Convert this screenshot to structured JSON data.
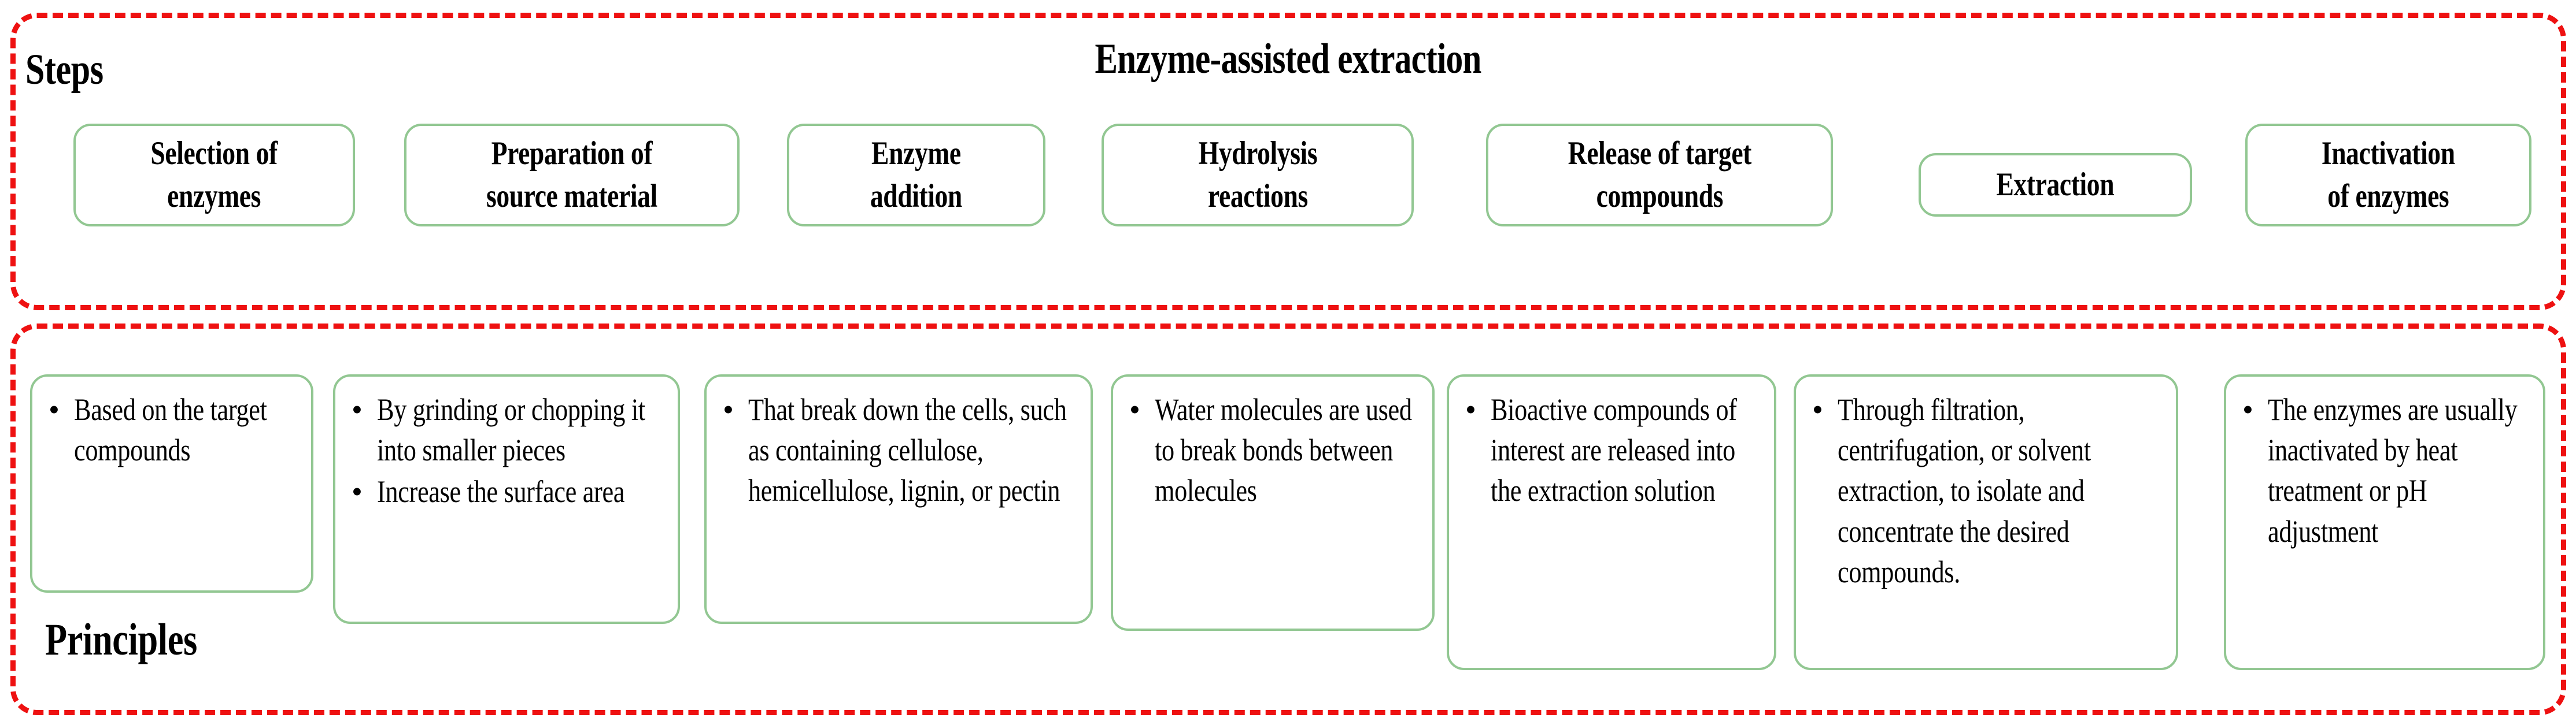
{
  "diagram": {
    "title": "Enzyme-assisted extraction",
    "accent_border_color": "#ee1111",
    "box_border_color": "#92c792",
    "background_color": "#ffffff",
    "text_color": "#000000"
  },
  "steps_section": {
    "label": "Steps",
    "boxes": [
      {
        "text": "Selection of\nenzymes"
      },
      {
        "text": "Preparation of\nsource material"
      },
      {
        "text": "Enzyme\naddition"
      },
      {
        "text": "Hydrolysis\nreactions"
      },
      {
        "text": "Release of target\ncompounds"
      },
      {
        "text": "Extraction"
      },
      {
        "text": "Inactivation\nof enzymes"
      }
    ]
  },
  "principles_section": {
    "label": "Principles",
    "bullet_glyph": "•",
    "boxes": [
      {
        "bullets": [
          "Based on the target compounds"
        ]
      },
      {
        "bullets": [
          "By grinding or chopping it into smaller pieces",
          "Increase the surface area"
        ]
      },
      {
        "bullets": [
          "That break down the cells, such as containing cellulose, hemicellulose, lignin, or pectin"
        ]
      },
      {
        "bullets": [
          "Water molecules are used to break bonds between molecules"
        ]
      },
      {
        "bullets": [
          "Bioactive compounds of interest are released into the extraction solution"
        ]
      },
      {
        "bullets": [
          "Through filtration, centrifugation, or solvent extraction, to isolate and concentrate the desired compounds."
        ]
      },
      {
        "bullets": [
          "The enzymes are usually inactivated by heat treatment or pH adjustment"
        ]
      }
    ]
  }
}
